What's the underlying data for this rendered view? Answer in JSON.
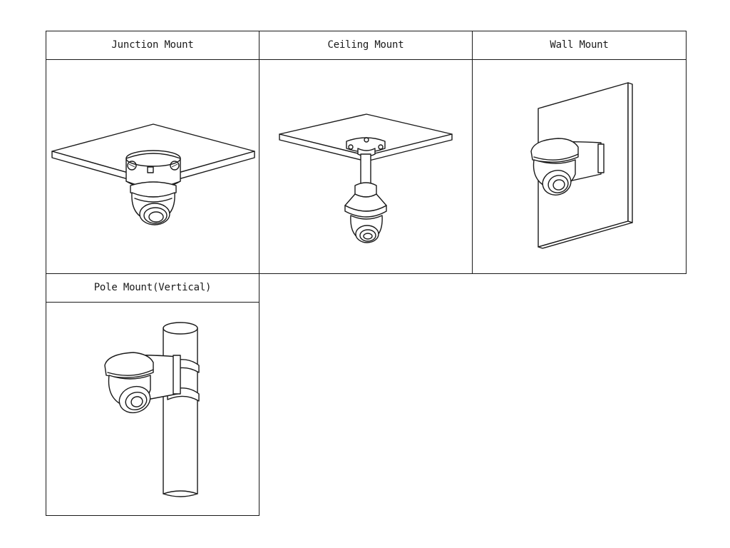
{
  "mounts": [
    {
      "label": "Junction Mount",
      "icon": "junction-mount-icon"
    },
    {
      "label": "Ceiling Mount",
      "icon": "ceiling-mount-icon"
    },
    {
      "label": "Wall Mount",
      "icon": "wall-mount-icon"
    },
    {
      "label": "Pole Mount(Vertical)",
      "icon": "pole-mount-icon"
    }
  ],
  "colors": {
    "line": "#1a1a1a",
    "background": "#ffffff"
  }
}
